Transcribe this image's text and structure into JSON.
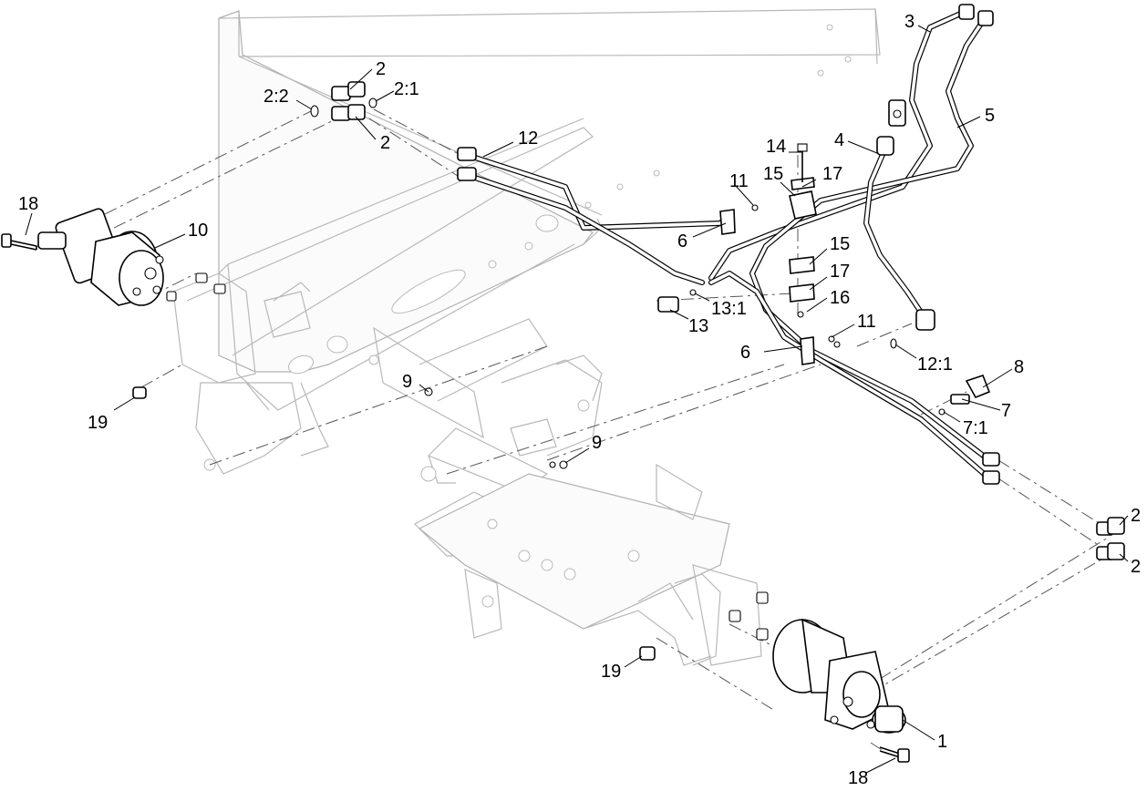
{
  "callouts": {
    "c1": "1",
    "c2_top_a": "2",
    "c2_top_b": "2",
    "c2_right_a": "2",
    "c2_right_b": "2",
    "c2_1": "2:1",
    "c2_2": "2:2",
    "c3": "3",
    "c4": "4",
    "c5": "5",
    "c6_a": "6",
    "c6_b": "6",
    "c7": "7",
    "c7_1": "7:1",
    "c8": "8",
    "c9_a": "9",
    "c9_b": "9",
    "c10": "10",
    "c11_a": "11",
    "c11_b": "11",
    "c12": "12",
    "c12_1": "12:1",
    "c13": "13",
    "c13_1": "13:1",
    "c14": "14",
    "c15_a": "15",
    "c15_b": "15",
    "c16": "16",
    "c17_a": "17",
    "c17_b": "17",
    "c18_a": "18",
    "c18_b": "18",
    "c19_a": "19",
    "c19_b": "19"
  }
}
